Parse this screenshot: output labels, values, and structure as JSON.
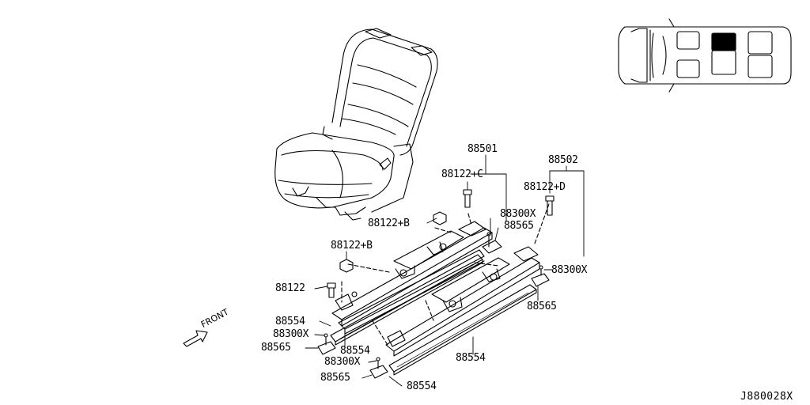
{
  "diagram_code": "J880028X",
  "direction_label": "FRONT",
  "labels": {
    "seat_assembly_lh": "88501",
    "seat_assembly_rh": "88502",
    "screw_c": "88122+C",
    "screw_d": "88122+D",
    "screw_b_top": "88122+B",
    "screw_b_left": "88122+B",
    "bolt": "88122",
    "bolt_x_top": "88300X",
    "cover_top": "88565",
    "bolt_x_right": "88300X",
    "cover_right": "88565",
    "rail_upper_left": "88554",
    "bolt_x_left": "88300X",
    "cover_left": "88565",
    "rail_middle": "88554",
    "rail_right": "88554",
    "bolt_x_bottom": "88300X",
    "cover_bottom": "88565",
    "rail_bottom": "88554"
  },
  "vehicle_map": {
    "highlighted_seat": "second-row-center"
  }
}
